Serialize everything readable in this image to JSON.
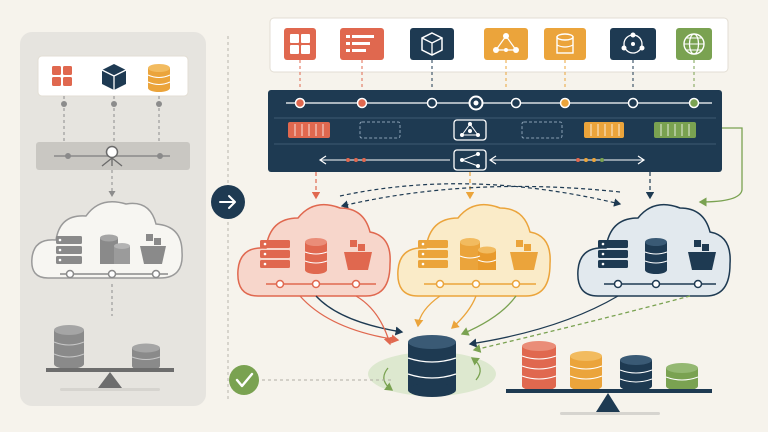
{
  "palette": {
    "background": "#f6f3ec",
    "navy": "#1e3a52",
    "red": "#e0684f",
    "orange": "#eba43b",
    "green": "#7aa251",
    "grey": "#8c8c8c",
    "light_grey": "#e6e4df"
  },
  "legacy_panel": {
    "source_icons": [
      "grid-icon",
      "cube-icon",
      "database-icon"
    ],
    "single_cloud_icons": [
      "server-icon",
      "database-stack-icon",
      "storage-basket-icon"
    ],
    "balance": "unbalanced-scale"
  },
  "transition": {
    "icon": "arrow-right-icon"
  },
  "source_row": {
    "icons": [
      "grid-icon",
      "form-list-icon",
      "cube-icon",
      "network-nodes-icon",
      "database-icon",
      "hub-network-icon",
      "globe-icon"
    ]
  },
  "integration_bus": {
    "center_icon": "router-icon",
    "sync_icon": "share-split-icon",
    "port_colors": [
      "red",
      "grey",
      "navy",
      "orange",
      "green"
    ]
  },
  "clouds": [
    {
      "id": "cloud-red",
      "color": "red",
      "icons": [
        "server-icon",
        "database-stack-icon",
        "storage-basket-icon"
      ]
    },
    {
      "id": "cloud-orange",
      "color": "orange",
      "icons": [
        "server-icon",
        "database-stack-icon",
        "storage-basket-icon"
      ]
    },
    {
      "id": "cloud-navy",
      "color": "navy",
      "icons": [
        "server-icon",
        "database-stack-icon",
        "storage-basket-icon"
      ]
    }
  ],
  "central_store": {
    "icon": "database-icon",
    "status_icon": "checkmark-icon"
  },
  "balanced_scale": {
    "stacks": [
      "red",
      "orange",
      "navy",
      "green"
    ]
  }
}
